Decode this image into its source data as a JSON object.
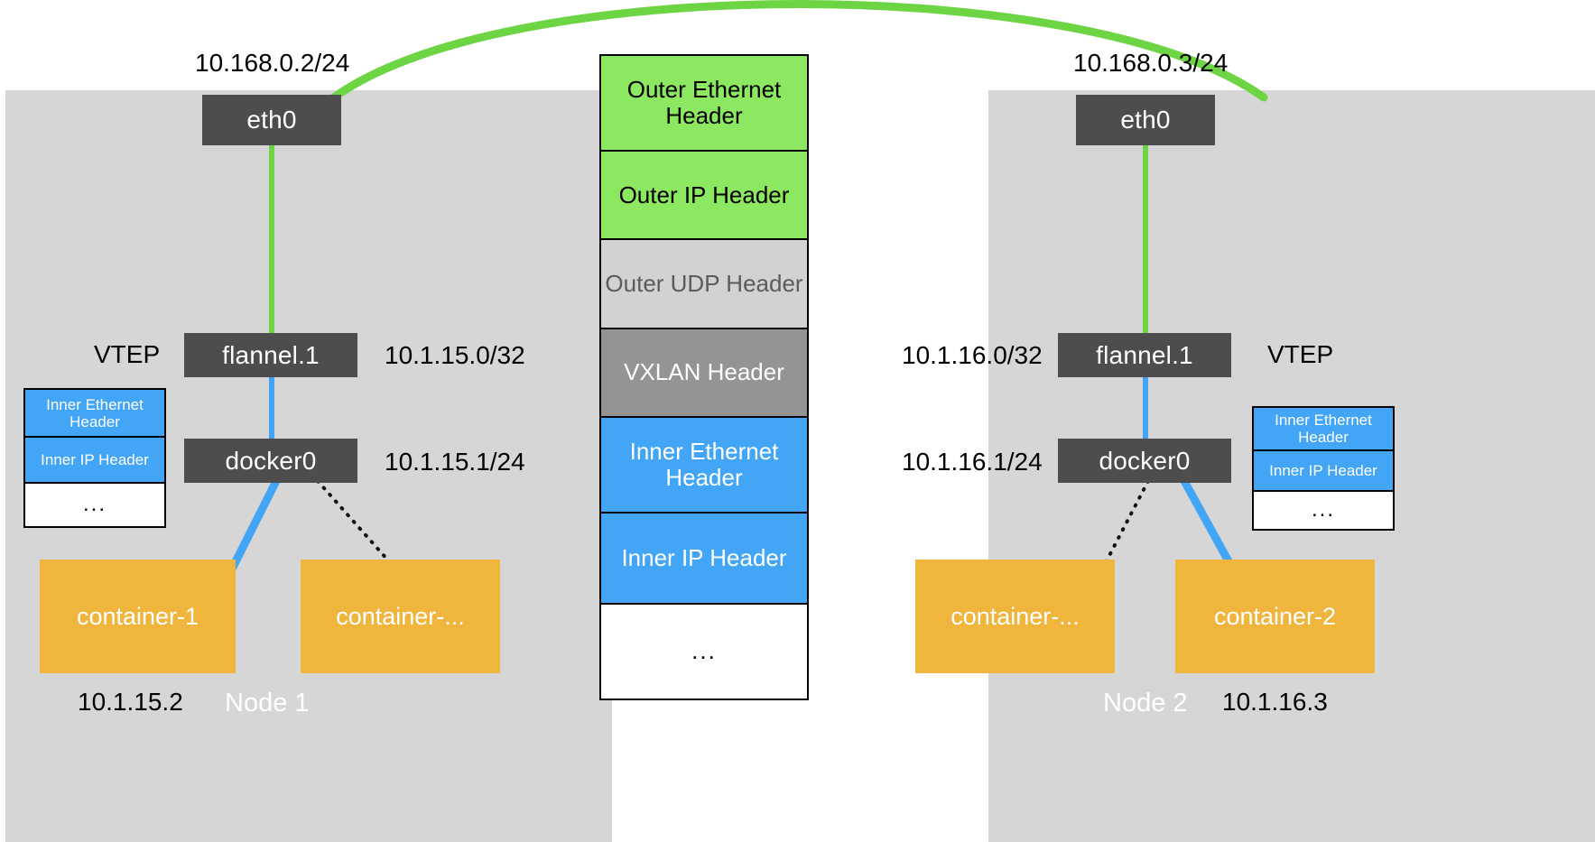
{
  "diagram": {
    "title": "Flannel VXLAN overlay network between two nodes",
    "colors": {
      "node_panel": "#d6d6d6",
      "device": "#4d4d4d",
      "container": "#f0b53c",
      "outer_header_green": "#8ce861",
      "udp_header_light_gray": "#d2d2d2",
      "vxlan_header_gray": "#949494",
      "inner_header_blue": "#43a5f5",
      "tunnel_link_green": "#6dd444",
      "bridge_link_blue": "#43a5f5"
    }
  },
  "node_left": {
    "caption": "Node 1",
    "eth0": {
      "label": "eth0",
      "ip": "10.168.0.2/24"
    },
    "flannel": {
      "label": "flannel.1",
      "role": "VTEP",
      "ip": "10.1.15.0/32"
    },
    "docker0": {
      "label": "docker0",
      "ip": "10.1.15.1/24"
    },
    "containers": [
      {
        "label": "container-1",
        "ip": "10.1.15.2"
      },
      {
        "label": "container-...",
        "ip": ""
      }
    ],
    "packet": {
      "rows": [
        {
          "label": "Inner Ethernet Header",
          "style": "c-blue"
        },
        {
          "label": "Inner IP Header",
          "style": "c-blue"
        },
        {
          "label": "...",
          "style": "c-white"
        }
      ]
    }
  },
  "node_right": {
    "caption": "Node 2",
    "eth0": {
      "label": "eth0",
      "ip": "10.168.0.3/24"
    },
    "flannel": {
      "label": "flannel.1",
      "role": "VTEP",
      "ip": "10.1.16.0/32"
    },
    "docker0": {
      "label": "docker0",
      "ip": "10.1.16.1/24"
    },
    "containers": [
      {
        "label": "container-...",
        "ip": ""
      },
      {
        "label": "container-2",
        "ip": "10.1.16.3"
      }
    ],
    "packet": {
      "rows": [
        {
          "label": "Inner Ethernet Header",
          "style": "c-blue"
        },
        {
          "label": "Inner IP Header",
          "style": "c-blue"
        },
        {
          "label": "...",
          "style": "c-white"
        }
      ]
    }
  },
  "packet_center": {
    "rows": [
      {
        "label": "Outer Ethernet Header",
        "style": "c-green"
      },
      {
        "label": "Outer IP Header",
        "style": "c-green"
      },
      {
        "label": "Outer UDP Header",
        "style": "c-ltgray"
      },
      {
        "label": "VXLAN Header",
        "style": "c-gray"
      },
      {
        "label": "Inner Ethernet Header",
        "style": "c-blue"
      },
      {
        "label": "Inner IP Header",
        "style": "c-blue"
      },
      {
        "label": "...",
        "style": "c-white"
      }
    ]
  }
}
